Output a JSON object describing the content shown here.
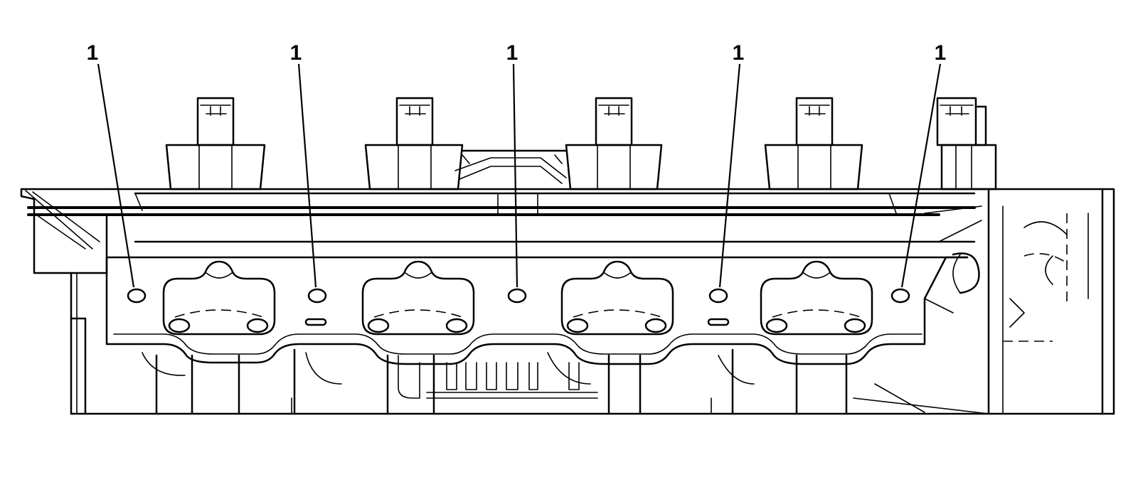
{
  "figure": {
    "callouts": [
      {
        "label": "1",
        "target": "bolt-hole-1"
      },
      {
        "label": "1",
        "target": "bolt-hole-2"
      },
      {
        "label": "1",
        "target": "bolt-hole-3"
      },
      {
        "label": "1",
        "target": "bolt-hole-4"
      },
      {
        "label": "1",
        "target": "bolt-hole-5"
      }
    ],
    "colors": {
      "line": "#000000",
      "background": "#ffffff"
    }
  }
}
